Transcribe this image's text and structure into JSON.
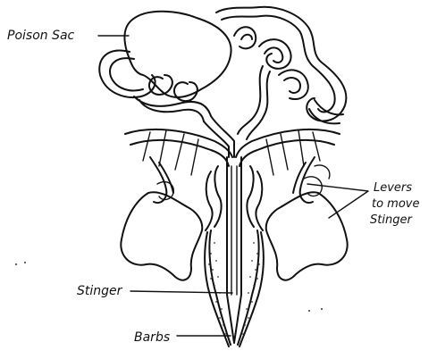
{
  "labels": {
    "poison_sac": "Poison Sac",
    "levers_line1": "Levers",
    "levers_line2": "to move",
    "levers_line3": "Stinger",
    "stinger": "Stinger",
    "barbs": "Barbs"
  }
}
